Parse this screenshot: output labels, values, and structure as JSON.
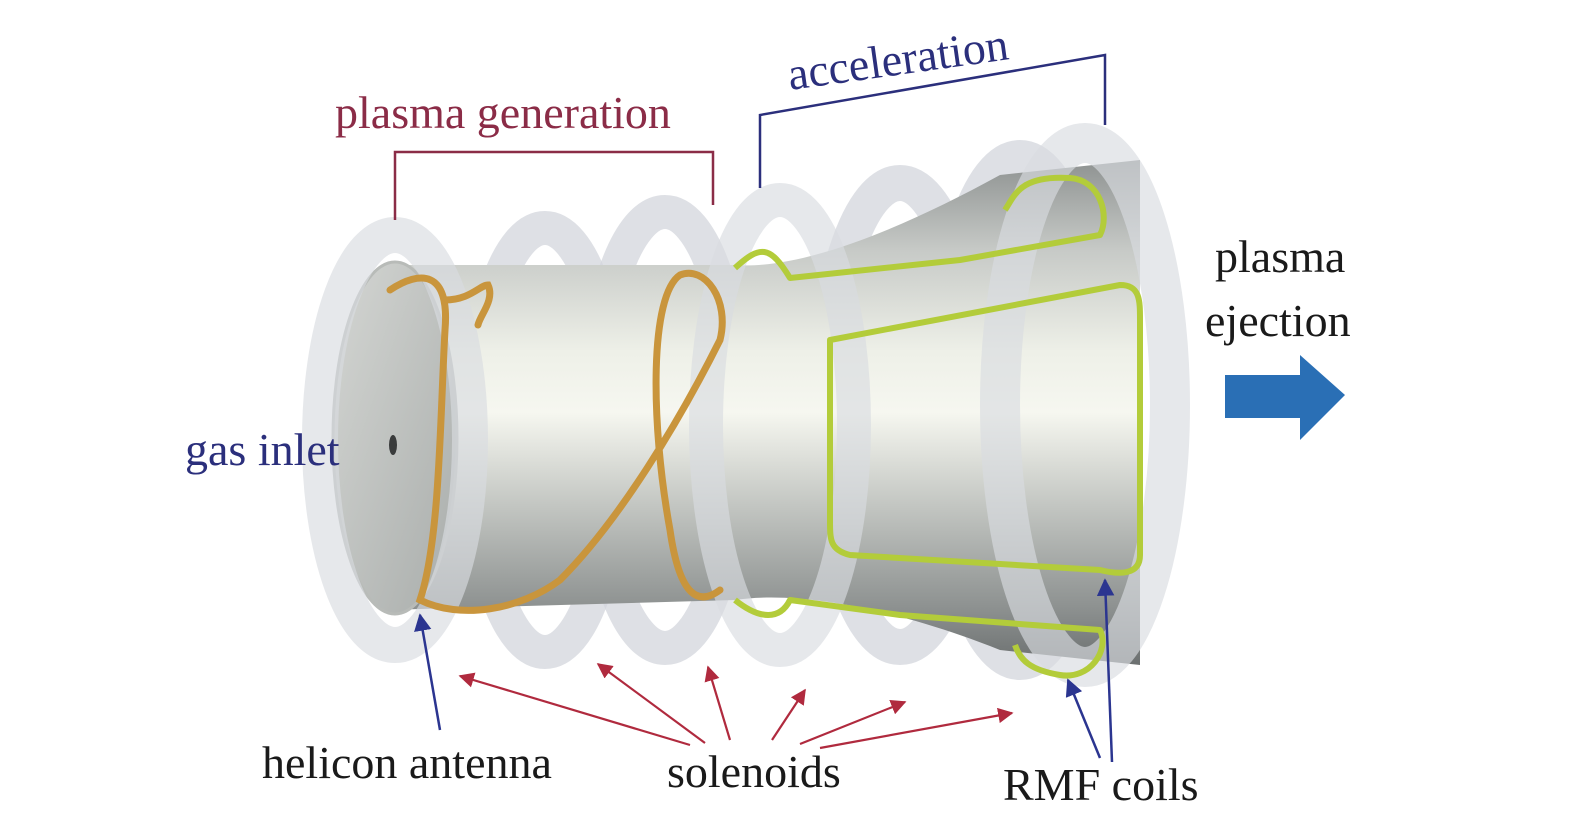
{
  "labels": {
    "plasma_generation": "plasma generation",
    "acceleration": "acceleration",
    "plasma_ejection_line1": "plasma",
    "plasma_ejection_line2": "ejection",
    "gas_inlet": "gas inlet",
    "helicon_antenna": "helicon antenna",
    "solenoids": "solenoids",
    "rmf_coils": "RMF coils"
  },
  "colors": {
    "plasma_generation": "#8b2c47",
    "acceleration": "#2b2f7c",
    "gas_inlet": "#2b2f7c",
    "dark_text": "#1a1a1a",
    "helicon_wire": "#c9953c",
    "rmf_wire": "#b3cc3a",
    "solenoid_arrow": "#b02a3e",
    "pointer_arrow": "#2b3590",
    "ejection_arrow": "#2a6fb5"
  }
}
